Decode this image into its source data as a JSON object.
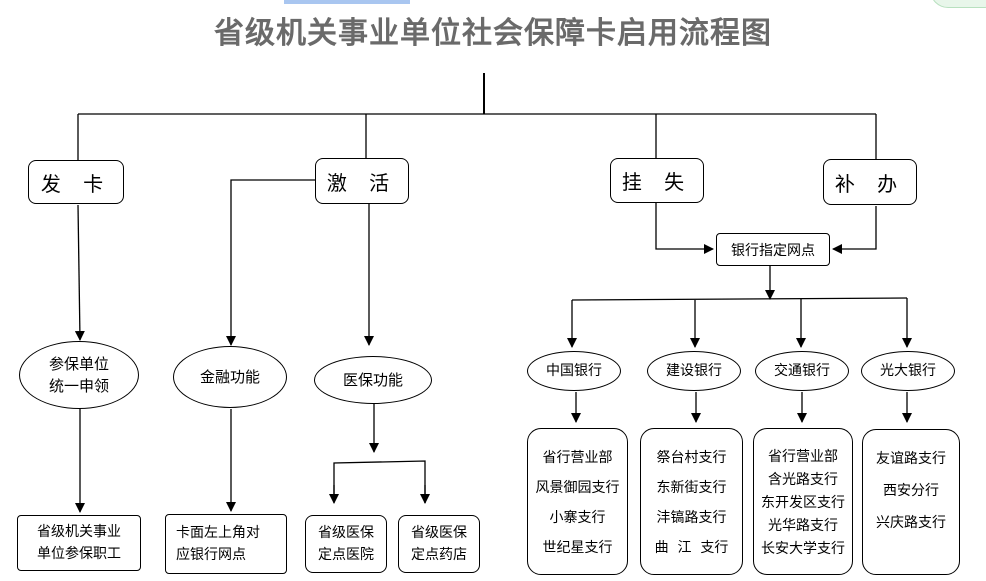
{
  "title": "省级机关事业单位社会保障卡启用流程图",
  "categories": {
    "issue": "发 卡",
    "activate": "激 活",
    "lost": "挂 失",
    "reissue": "补 办"
  },
  "issue_branch": {
    "ellipse_line1": "参保单位",
    "ellipse_line2": "统一申领",
    "result_line1": "省级机关事业",
    "result_line2": "单位参保职工"
  },
  "finance_branch": {
    "ellipse": "金融功能",
    "result_line1": "卡面左上角对",
    "result_line2": "应银行网点"
  },
  "medical_branch": {
    "ellipse": "医保功能",
    "hospital_line1": "省级医保",
    "hospital_line2": "定点医院",
    "pharmacy_line1": "省级医保",
    "pharmacy_line2": "定点药店"
  },
  "bank_hub": "银行指定网点",
  "banks": [
    {
      "name": "中国银行",
      "branches": [
        "省行营业部",
        "风景御园支行",
        "小寨支行",
        "世纪星支行"
      ]
    },
    {
      "name": "建设银行",
      "branches": [
        "祭台村支行",
        "东新街支行",
        "沣镐路支行",
        "曲  江  支行"
      ]
    },
    {
      "name": "交通银行",
      "branches": [
        "省行营业部",
        "含光路支行",
        "东开发区支行",
        "光华路支行",
        "长安大学支行"
      ]
    },
    {
      "name": "光大银行",
      "branches": [
        "友谊路支行",
        "西安分行",
        "兴庆路支行"
      ]
    }
  ]
}
